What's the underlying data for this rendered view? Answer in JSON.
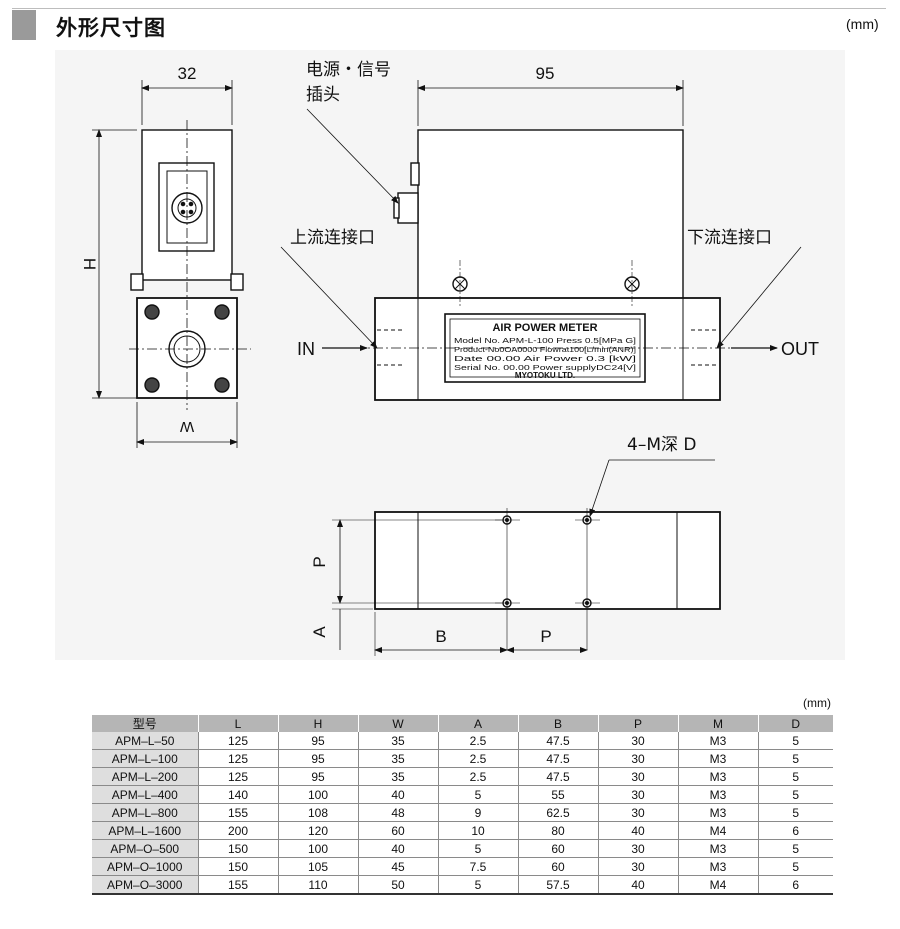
{
  "header": {
    "title": "外形尺寸图",
    "unit": "(mm)"
  },
  "drawing": {
    "dim_top_width": "32",
    "dim_body_length": "95",
    "dim_height": "H",
    "dim_width": "W",
    "label_connector_line1": "电源・信号",
    "label_connector_line2": "插头",
    "label_upstream": "上流连接口",
    "label_downstream": "下流连接口",
    "label_in": "IN",
    "label_out": "OUT",
    "label_holes": "4–M深 D",
    "dim_p_vertical": "P",
    "dim_a": "A",
    "dim_b": "B",
    "dim_p_horizontal": "P",
    "nameplate": {
      "title": "AIR POWER METER",
      "line1": "Model No.  APM-L-100 Press    0.5[MPa G]",
      "line2": "Product-No0OA0000   Flowrat100[L/min(ANR)]",
      "line3": "Date      00.00      Air Power    0.3 [kW]",
      "line4": "Serial No. 00.00    Power supplyDC24[V]",
      "maker": "MYOTOKU LTD."
    }
  },
  "table": {
    "unit": "(mm)",
    "headers": [
      "型号",
      "L",
      "H",
      "W",
      "A",
      "B",
      "P",
      "M",
      "D"
    ],
    "rows": [
      [
        "APM–L–50",
        "125",
        "95",
        "35",
        "2.5",
        "47.5",
        "30",
        "M3",
        "5"
      ],
      [
        "APM–L–100",
        "125",
        "95",
        "35",
        "2.5",
        "47.5",
        "30",
        "M3",
        "5"
      ],
      [
        "APM–L–200",
        "125",
        "95",
        "35",
        "2.5",
        "47.5",
        "30",
        "M3",
        "5"
      ],
      [
        "APM–L–400",
        "140",
        "100",
        "40",
        "5",
        "55",
        "30",
        "M3",
        "5"
      ],
      [
        "APM–L–800",
        "155",
        "108",
        "48",
        "9",
        "62.5",
        "30",
        "M3",
        "5"
      ],
      [
        "APM–L–1600",
        "200",
        "120",
        "60",
        "10",
        "80",
        "40",
        "M4",
        "6"
      ],
      [
        "APM–O–500",
        "150",
        "100",
        "40",
        "5",
        "60",
        "30",
        "M3",
        "5"
      ],
      [
        "APM–O–1000",
        "150",
        "105",
        "45",
        "7.5",
        "60",
        "30",
        "M3",
        "5"
      ],
      [
        "APM–O–3000",
        "155",
        "110",
        "50",
        "5",
        "57.5",
        "40",
        "M4",
        "6"
      ]
    ]
  }
}
